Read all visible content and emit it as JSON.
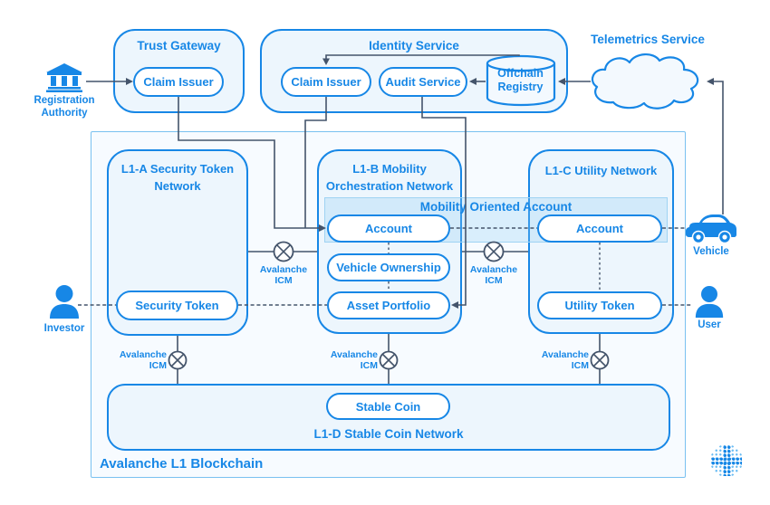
{
  "colors": {
    "primary_blue": "#1787e6",
    "wire_slate": "#44546b",
    "box_fill": "#edf6fd",
    "container_fill": "#f7fbff",
    "band_fill": "#d9ecfa"
  },
  "actors": {
    "registration_authority": "Registration Authority",
    "telemetrics_service": "Telemetrics Service",
    "investor": "Investor",
    "user": "User",
    "vehicle": "Vehicle"
  },
  "trust_gateway": {
    "title": "Trust Gateway",
    "claim_issuer": "Claim Issuer"
  },
  "identity_service": {
    "title": "Identity Service",
    "claim_issuer": "Claim Issuer",
    "audit_service": "Audit Service",
    "offchain_registry": "Offchain Registry"
  },
  "blockchain": {
    "label": "Avalanche L1 Blockchain",
    "mobility_band_label": "Mobility Oriented Account",
    "icm": {
      "line1": "Avalanche",
      "line2": "ICM"
    },
    "l1a": {
      "title": "L1-A Security Token Network",
      "security_token": "Security Token"
    },
    "l1b": {
      "title": "L1-B Mobility Orchestration Network",
      "account": "Account",
      "vehicle_ownership": "Vehicle Ownership",
      "asset_portfolio": "Asset Portfolio"
    },
    "l1c": {
      "title": "L1-C Utility Network",
      "account": "Account",
      "utility_token": "Utility Token"
    },
    "l1d": {
      "title": "L1-D Stable Coin Network",
      "stable_coin": "Stable Coin"
    }
  }
}
